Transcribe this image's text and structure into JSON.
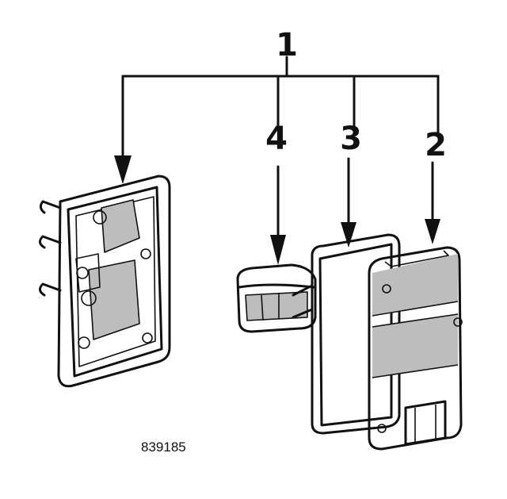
{
  "figure": {
    "figure_number": "839185",
    "callouts": {
      "assembly": "1",
      "lens": "2",
      "gasket": "3",
      "bulb_socket": "4"
    }
  }
}
